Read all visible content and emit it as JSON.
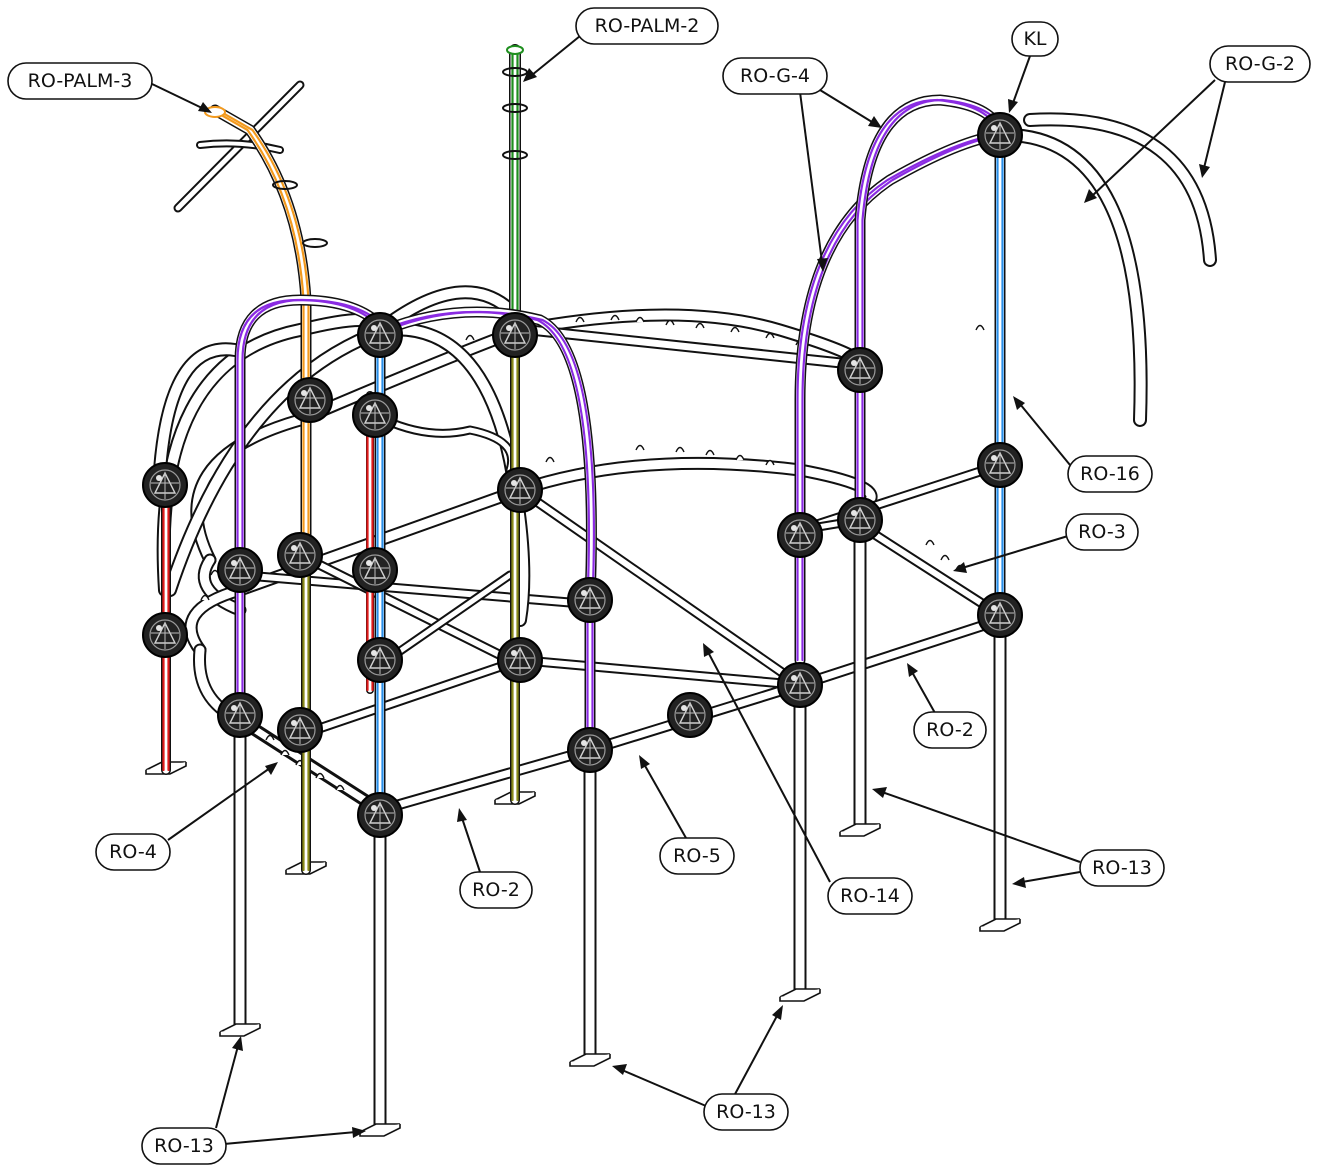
{
  "labels": {
    "ro_palm_3": "RO-PALM-3",
    "ro_palm_2": "RO-PALM-2",
    "ro_g_4": "RO-G-4",
    "kl": "KL",
    "ro_g_2": "RO-G-2",
    "ro_16": "RO-16",
    "ro_3": "RO-3",
    "ro_2_right": "RO-2",
    "ro_4": "RO-4",
    "ro_5": "RO-5",
    "ro_14": "RO-14",
    "ro_13_right": "RO-13",
    "ro_2_front": "RO-2",
    "ro_13_bottom_center": "RO-13",
    "ro_13_bottom_left": "RO-13"
  },
  "colors": {
    "frame": "#111111",
    "arch_purple": "#8a2be2",
    "post_blue": "#2a8fe8",
    "post_green": "#1f8f1f",
    "post_orange": "#f39a1e",
    "post_red": "#e01b1b",
    "post_olive": "#8a8a1a"
  }
}
